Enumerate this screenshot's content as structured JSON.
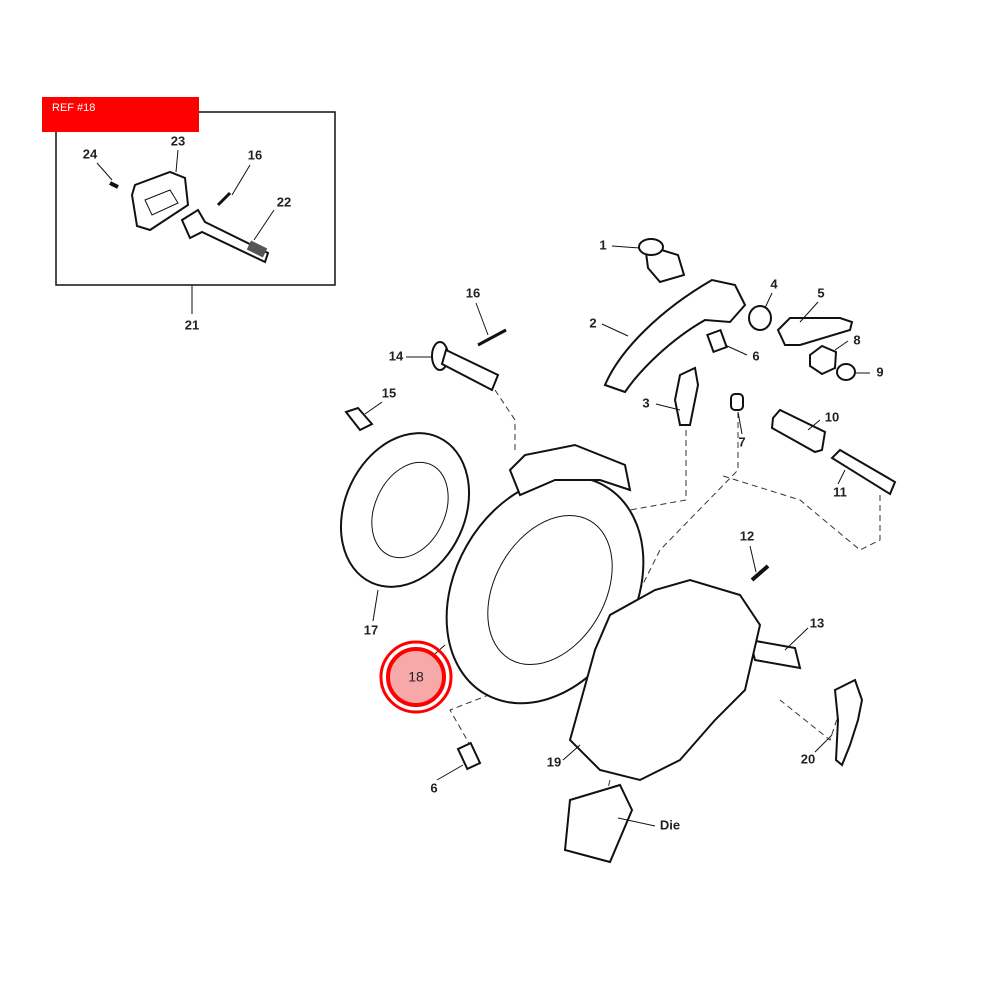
{
  "ref_banner": {
    "label": "REF #18",
    "color": "#ff0000"
  },
  "highlight": {
    "label": "18",
    "color": "#ff0000",
    "fill": "#f7a8a8"
  },
  "inset_labels": {
    "l24": "24",
    "l23": "23",
    "l16": "16",
    "l22": "22",
    "l21": "21"
  },
  "labels": {
    "l1": "1",
    "l2": "2",
    "l3": "3",
    "l4": "4",
    "l5": "5",
    "l6a": "6",
    "l7": "7",
    "l8": "8",
    "l9": "9",
    "l10": "10",
    "l11": "11",
    "l12": "12",
    "l13": "13",
    "l14": "14",
    "l15": "15",
    "l16": "16",
    "l17": "17",
    "l19": "19",
    "l20": "20",
    "l6b": "6",
    "die": "Die"
  }
}
